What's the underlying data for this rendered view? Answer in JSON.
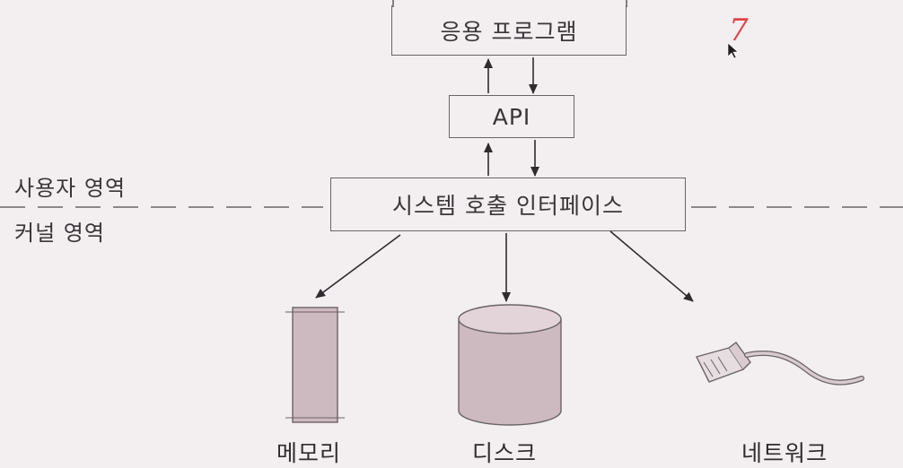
{
  "diagram": {
    "app_box": {
      "label": "응용 프로그램"
    },
    "api_box": {
      "label": "API"
    },
    "syscall_box": {
      "label": "시스템 호출 인터페이스"
    },
    "user_area_label": "사용자 영역",
    "kernel_area_label": "커널 영역",
    "devices": [
      {
        "label": "메모리",
        "icon": "memory-icon"
      },
      {
        "label": "디스크",
        "icon": "disk-icon"
      },
      {
        "label": "네트워크",
        "icon": "network-cable-icon"
      }
    ],
    "annotation": "7"
  },
  "colors": {
    "background": "#f3eef0",
    "line": "#6a6368",
    "device_fill": "#cdb9c0",
    "annotation": "#e0444a"
  }
}
